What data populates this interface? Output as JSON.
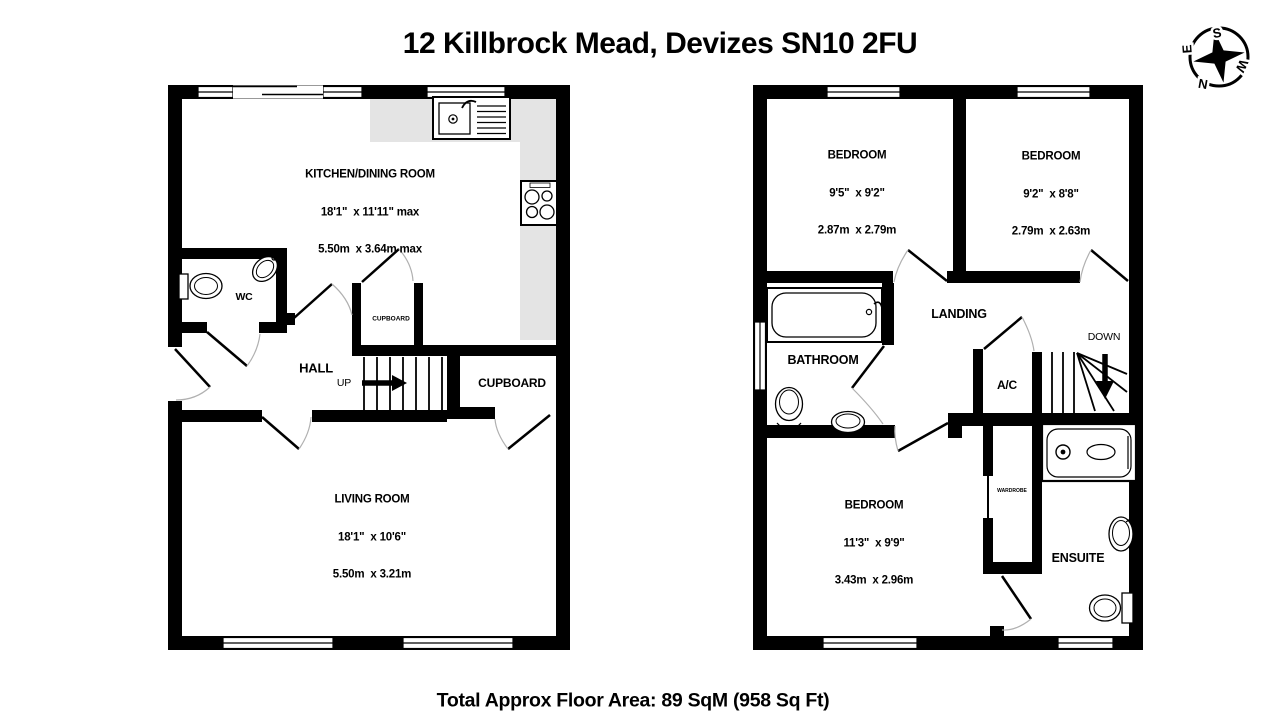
{
  "title": "12 Killbrock Mead, Devizes SN10 2FU",
  "footer": "Total Approx Floor Area: 89 SqM (958 Sq Ft)",
  "colors": {
    "wall": "#000000",
    "counter": "#e4e4e4",
    "background": "#ffffff",
    "door_arc": "#b0b0b0"
  },
  "compass": {
    "north": "N",
    "south": "S",
    "east": "E",
    "west": "W"
  },
  "ground_floor": {
    "kitchen": {
      "name": "KITCHEN/DINING ROOM",
      "imperial": "18'1\"  x 11'11\" max",
      "metric": "5.50m  x 3.64m max"
    },
    "wc": {
      "name": "WC"
    },
    "hall": {
      "name": "HALL"
    },
    "stairs_label": "UP",
    "under_stairs_cupboard": {
      "name": "CUPBOARD"
    },
    "cupboard": {
      "name": "CUPBOARD"
    },
    "living_room": {
      "name": "LIVING ROOM",
      "imperial": "18'1\"  x 10'6\"",
      "metric": "5.50m  x 3.21m"
    }
  },
  "first_floor": {
    "bedroom_1": {
      "name": "BEDROOM",
      "imperial": "9'5\"  x 9'2\"",
      "metric": "2.87m  x 2.79m"
    },
    "bedroom_2": {
      "name": "BEDROOM",
      "imperial": "9'2\"  x 8'8\"",
      "metric": "2.79m  x 2.63m"
    },
    "bathroom": {
      "name": "BATHROOM"
    },
    "landing": {
      "name": "LANDING"
    },
    "stairs_label": "DOWN",
    "ac": {
      "name": "A/C"
    },
    "wardrobe": {
      "name": "WARDROBE"
    },
    "bedroom_3": {
      "name": "BEDROOM",
      "imperial": "11'3\"  x 9'9\"",
      "metric": "3.43m  x 2.96m"
    },
    "ensuite": {
      "name": "ENSUITE"
    }
  }
}
